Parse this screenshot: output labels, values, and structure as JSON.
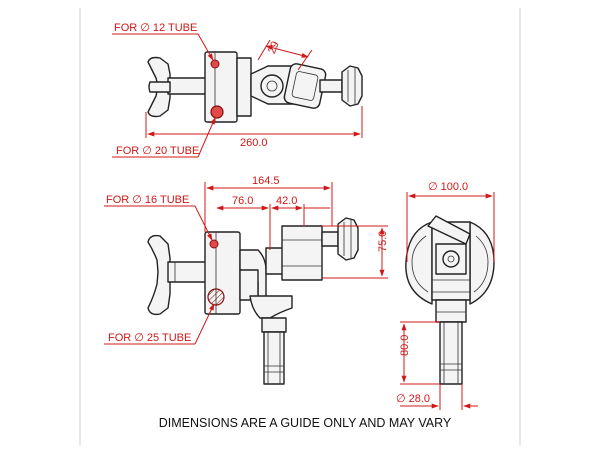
{
  "top_view": {
    "label_tube_small": "FOR ∅ 12 TUBE",
    "label_tube_large": "FOR ∅ 20 TUBE",
    "dim_overall_width": "260.0",
    "dim_angled": "29"
  },
  "front_view": {
    "label_tube_upper": "FOR ∅ 16 TUBE",
    "label_tube_lower": "FOR ∅ 25 TUBE",
    "dim_overall_width": "164.5",
    "dim_offset_a": "76.0",
    "dim_offset_b": "42.0",
    "dim_height": "75.0"
  },
  "side_view": {
    "dim_diameter": "∅ 100.0",
    "dim_spigot_length": "80.0",
    "dim_spigot_diameter": "∅ 28.0"
  },
  "footer_note": "DIMENSIONS ARE A GUIDE ONLY AND MAY VARY",
  "colors": {
    "dimension": "#d01818",
    "hole_fill": "#e24a4a",
    "outline": "#222222"
  }
}
